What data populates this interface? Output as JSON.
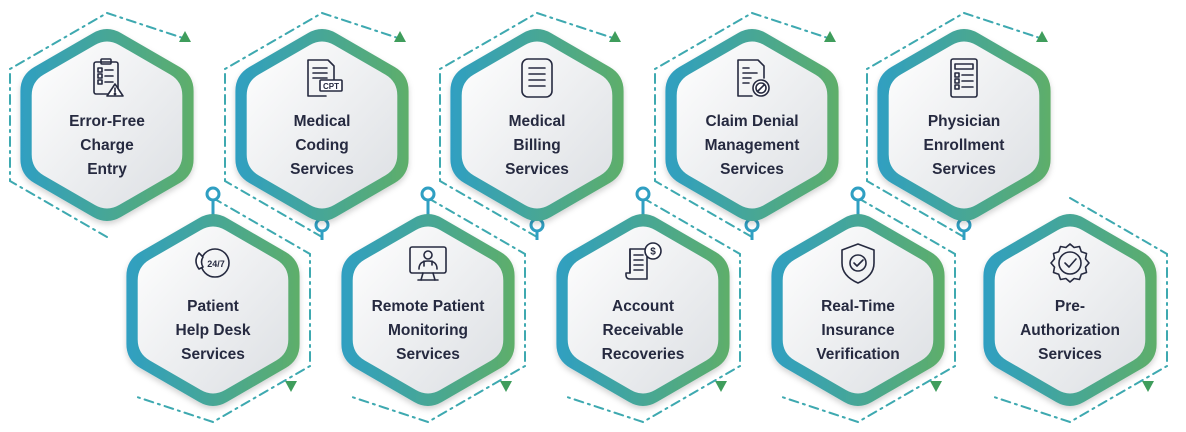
{
  "colors": {
    "gradient_start": "#2f9fc2",
    "gradient_end": "#5eae6a",
    "dash": "#3ea9b0",
    "arrow": "#3f9d5c",
    "hex_fill_light": "#ffffff",
    "hex_fill_dark": "#dcdfe3",
    "icon": "#262a40",
    "text": "#262a40"
  },
  "services": [
    {
      "id": "error-free-charge-entry",
      "icon": "clipboard-warning-icon",
      "lines": [
        "Error-Free",
        "Charge",
        "Entry"
      ]
    },
    {
      "id": "medical-coding-services",
      "icon": "cpt-document-icon",
      "icon_text": "CPT",
      "lines": [
        "Medical",
        "Coding",
        "Services"
      ]
    },
    {
      "id": "medical-billing-services",
      "icon": "billing-document-icon",
      "lines": [
        "Medical",
        "Billing",
        "Services"
      ]
    },
    {
      "id": "claim-denial-management-services",
      "icon": "denied-document-icon",
      "lines": [
        "Claim Denial",
        "Management",
        "Services"
      ]
    },
    {
      "id": "physician-enrollment-services",
      "icon": "enrollment-form-icon",
      "lines": [
        "Physician",
        "Enrollment",
        "Services"
      ]
    },
    {
      "id": "patient-help-desk-services",
      "icon": "phone-24-7-icon",
      "icon_text": "24/7",
      "lines": [
        "Patient",
        "Help Desk",
        "Services"
      ]
    },
    {
      "id": "remote-patient-monitoring-services",
      "icon": "monitor-doctor-icon",
      "lines": [
        "Remote Patient",
        "Monitoring",
        "Services"
      ]
    },
    {
      "id": "account-receivable-recoveries",
      "icon": "receipt-dollar-icon",
      "lines": [
        "Account",
        "Receivable",
        "Recoveries"
      ]
    },
    {
      "id": "real-time-insurance-verification",
      "icon": "shield-check-icon",
      "lines": [
        "Real-Time",
        "Insurance",
        "Verification"
      ]
    },
    {
      "id": "pre-authorization-services",
      "icon": "badge-check-icon",
      "lines": [
        "Pre-",
        "Authorization",
        "Services"
      ]
    }
  ]
}
